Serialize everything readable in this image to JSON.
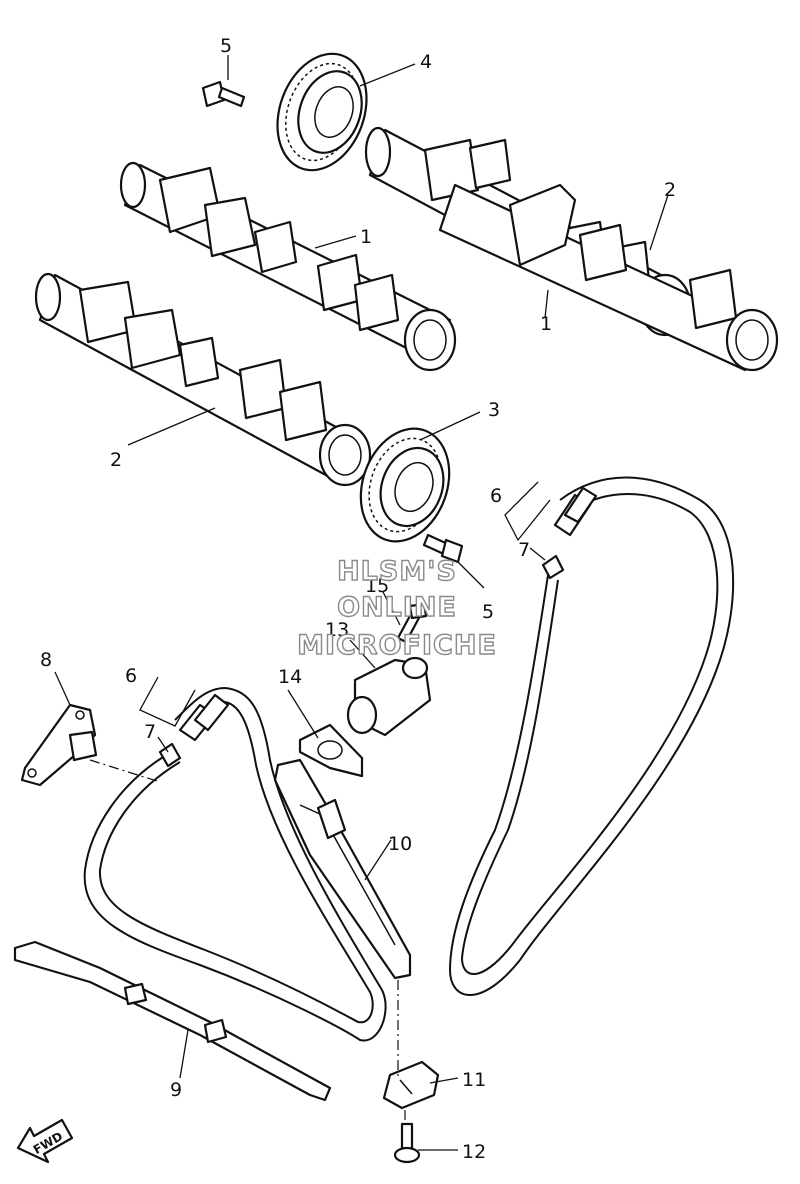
{
  "callouts": {
    "c1a": "1",
    "c1b": "1",
    "c2a": "2",
    "c2b": "2",
    "c3": "3",
    "c4": "4",
    "c5a": "5",
    "c5b": "5",
    "c6a": "6",
    "c6b": "6",
    "c7a": "7",
    "c7b": "7",
    "c8": "8",
    "c9": "9",
    "c10": "10",
    "c11": "11",
    "c12": "12",
    "c13": "13",
    "c14": "14",
    "c15": "15"
  },
  "watermark": {
    "line1": "HLSM'S",
    "line2": "ONLINE",
    "line3": "MICROFICHE"
  },
  "fwd_label": "FWD"
}
